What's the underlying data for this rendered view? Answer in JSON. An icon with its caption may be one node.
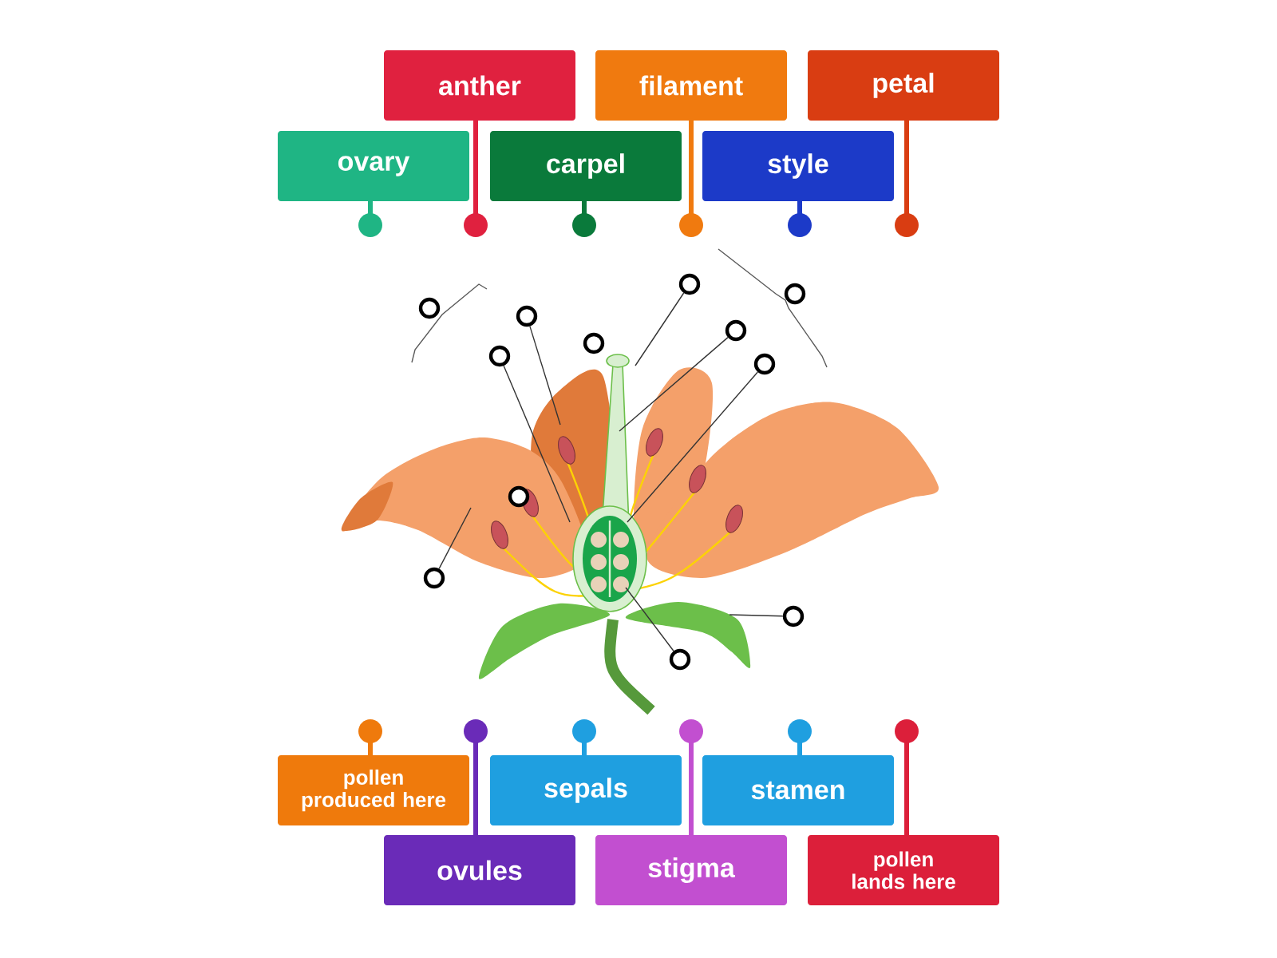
{
  "diagram": {
    "nodes": [
      {
        "text": [
          "anther"
        ]
      },
      {
        "text": [
          "filament"
        ]
      },
      {
        "text": [
          "petal"
        ]
      },
      {
        "text": [
          "ovary"
        ]
      },
      {
        "text": [
          "carpel"
        ]
      },
      {
        "text": [
          "style"
        ]
      },
      {
        "text": [],
        "shape": "circle"
      },
      {
        "text": [],
        "shape": "circle"
      },
      {
        "text": [],
        "shape": "circle"
      },
      {
        "text": [],
        "shape": "circle"
      },
      {
        "text": [],
        "shape": "circle"
      },
      {
        "text": [],
        "shape": "circle"
      },
      {
        "text": [],
        "shape": "circle"
      },
      {
        "text": [],
        "shape": "circle"
      },
      {
        "text": [],
        "shape": "circle"
      },
      {
        "text": [],
        "shape": "circle"
      },
      {
        "text": [],
        "shape": "circle"
      },
      {
        "text": [],
        "shape": "circle"
      },
      {
        "text": [
          "pollen produced here"
        ]
      },
      {
        "text": [
          "sepals"
        ]
      },
      {
        "text": [
          "stamen"
        ]
      },
      {
        "text": [
          "ovules"
        ]
      },
      {
        "text": [
          "stigma"
        ]
      },
      {
        "text": [
          "pollen lands here"
        ]
      }
    ],
    "edges": [
      {
        "from": 6,
        "to": null,
        "arrow": "none"
      },
      {
        "from": 9,
        "to": null,
        "arrow": "none"
      },
      {
        "from": 10,
        "to": null,
        "arrow": "none"
      },
      {
        "from": 12,
        "to": null,
        "arrow": "none"
      },
      {
        "from": 13,
        "to": null,
        "arrow": "none"
      },
      {
        "from": 15,
        "to": null,
        "arrow": "none"
      },
      {
        "from": 16,
        "to": null,
        "arrow": "none"
      },
      {
        "from": 17,
        "to": null,
        "arrow": "none"
      }
    ]
  }
}
